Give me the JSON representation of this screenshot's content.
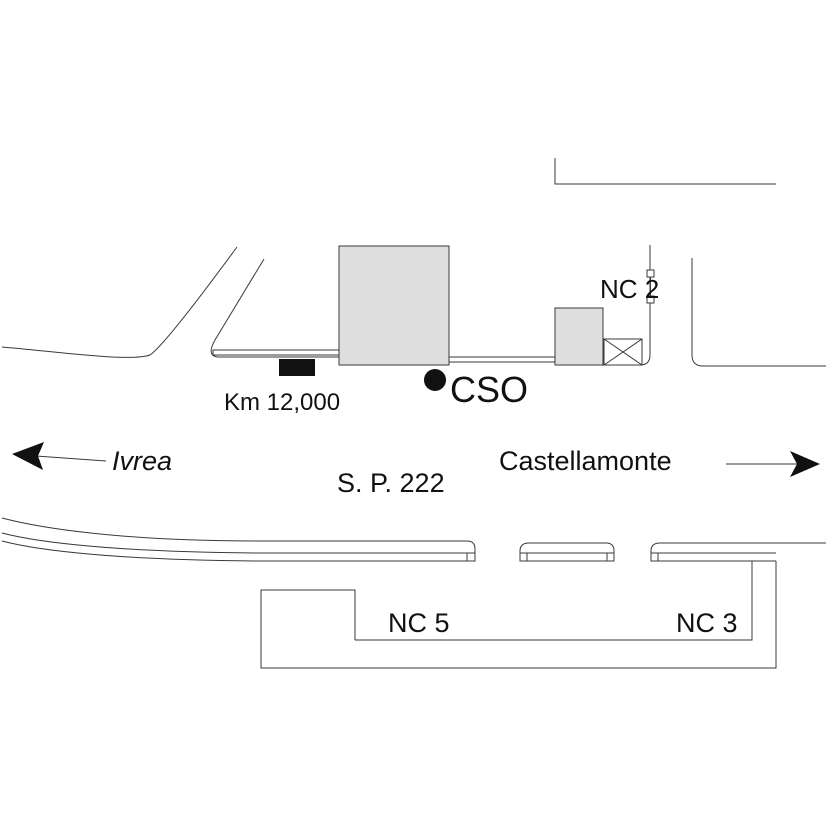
{
  "labels": {
    "site": "CSO",
    "km_marker": "Km 12,000",
    "road_name": "S. P. 222",
    "west_destination": "Ivrea",
    "east_destination": "Castellamonte",
    "nc2": "NC 2",
    "nc3": "NC 3",
    "nc5": "NC 5"
  },
  "colors": {
    "building_fill": "#dedede",
    "line": "#3a3a3a",
    "marker": "#111111"
  }
}
